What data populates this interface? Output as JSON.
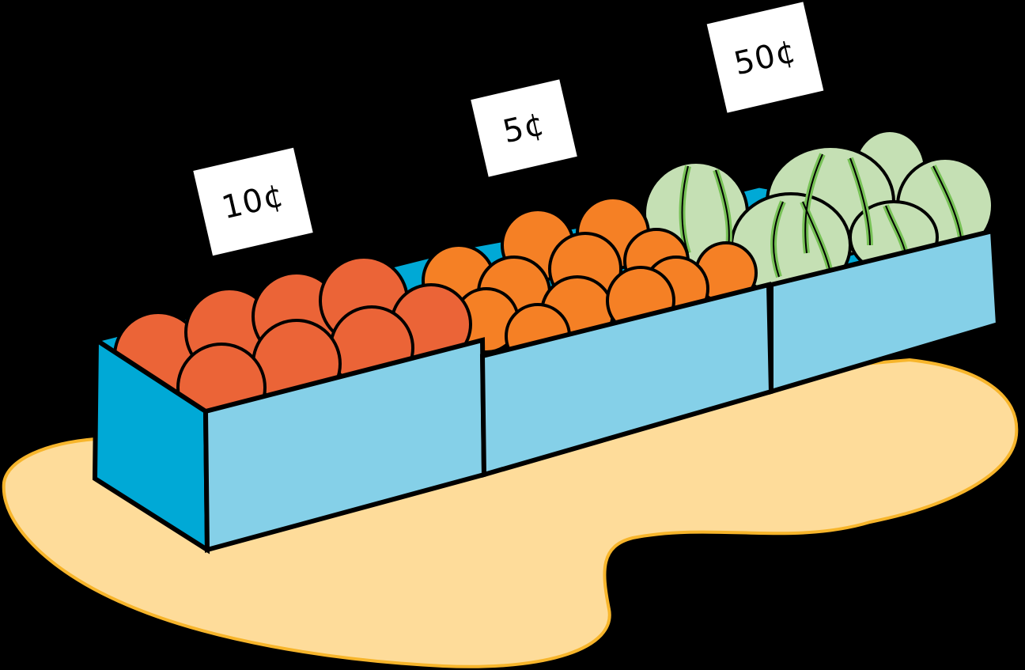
{
  "scene": {
    "description": "Fruit stand with three blue crates of fruit and price tags",
    "colors": {
      "background": "#000000",
      "floor": "#FEDC9A",
      "floor_edge": "#F7B52B",
      "crate_front": "#85D0E8",
      "crate_side": "#00A9D6",
      "apple": "#EB6437",
      "orange": "#F58025",
      "melon": "#C5E0B4",
      "melon_stripe": "#78C257"
    }
  },
  "crates": [
    {
      "fruit": "apples",
      "price_tag": "10¢"
    },
    {
      "fruit": "oranges",
      "price_tag": "5¢"
    },
    {
      "fruit": "melons",
      "price_tag": "50¢"
    }
  ]
}
